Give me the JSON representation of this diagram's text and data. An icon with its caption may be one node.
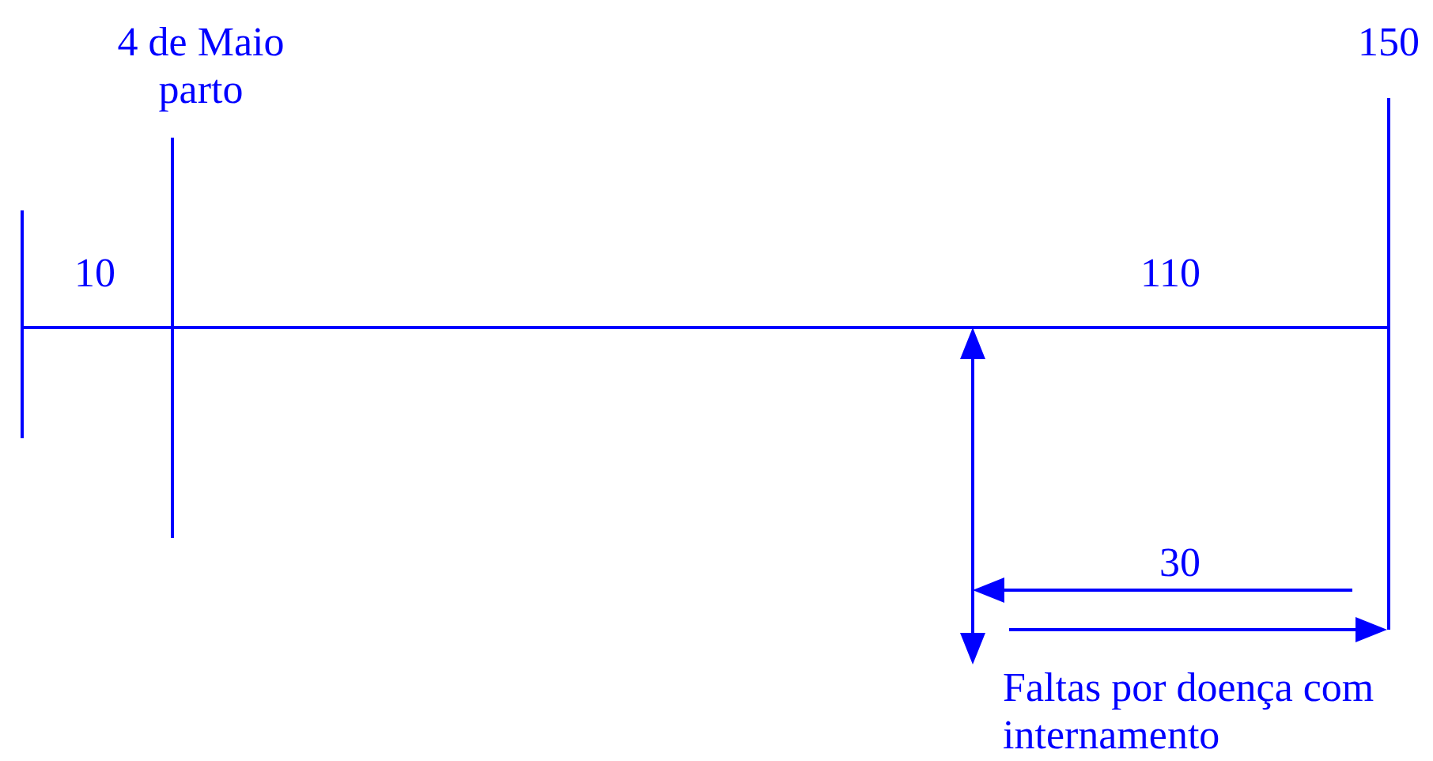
{
  "diagram": {
    "labels": [
      "4 de Maio parto",
      "150",
      "10",
      "110",
      "30",
      "Faltas por doença com internamento"
    ]
  }
}
